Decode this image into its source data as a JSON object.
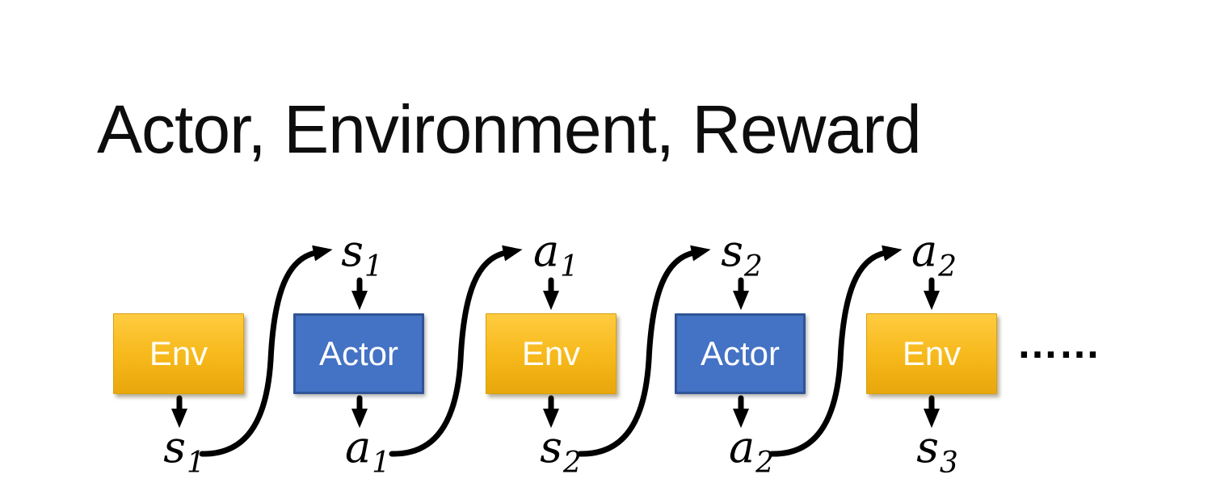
{
  "title": "Actor, Environment, Reward",
  "colors": {
    "env_fill_top": "#FFCB40",
    "env_fill_bottom": "#E8A70C",
    "env_border": "#D9A00C",
    "actor_fill": "#4472C4",
    "actor_border": "#2F5496",
    "arrow": "#000000",
    "box_text": "#FFFFFF",
    "title_text": "#0D0D0D"
  },
  "diagram": {
    "boxes": [
      {
        "label": "Env"
      },
      {
        "label": "Actor"
      },
      {
        "label": "Env"
      },
      {
        "label": "Actor"
      },
      {
        "label": "Env"
      }
    ],
    "top_labels": [
      {
        "base": "s",
        "sub": "1"
      },
      {
        "base": "a",
        "sub": "1"
      },
      {
        "base": "s",
        "sub": "2"
      },
      {
        "base": "a",
        "sub": "2"
      }
    ],
    "bottom_labels": [
      {
        "base": "s",
        "sub": "1"
      },
      {
        "base": "a",
        "sub": "1"
      },
      {
        "base": "s",
        "sub": "2"
      },
      {
        "base": "a",
        "sub": "2"
      },
      {
        "base": "s",
        "sub": "3"
      }
    ],
    "ellipsis": "……"
  }
}
